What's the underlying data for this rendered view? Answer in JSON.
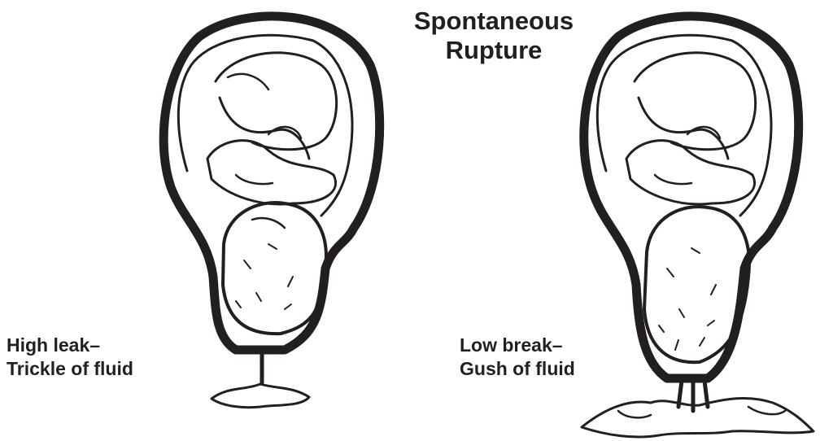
{
  "title": {
    "line1": "Spontaneous",
    "line2": "Rupture"
  },
  "captions": {
    "left": {
      "line1": "High leak–",
      "line2": "Trickle of fluid"
    },
    "right": {
      "line1": "Low break–",
      "line2": "Gush of fluid"
    }
  },
  "colors": {
    "ink": "#231f20",
    "background": "#ffffff"
  }
}
